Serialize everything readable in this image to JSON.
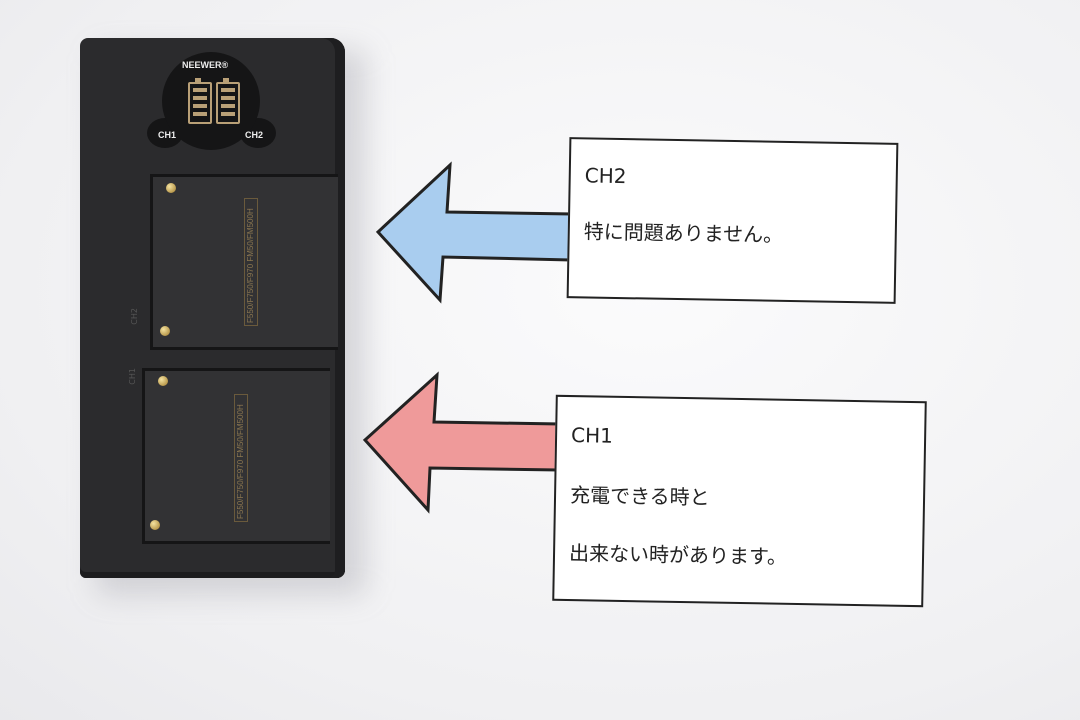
{
  "device": {
    "brand": "NEEWER®",
    "logo_ch1": "CH1",
    "logo_ch2": "CH2",
    "slot_ch2_label": "CH2",
    "slot_ch1_label": "CH1",
    "slot_ch2_compat": "F550/F750/F970 FM50/FM500H",
    "slot_ch1_compat": "F550/F750/F970 FM50/FM500H"
  },
  "callouts": {
    "ch2": {
      "title": "CH2",
      "lines": [
        "特に問題ありません。"
      ],
      "arrow_color": "#a9cdef"
    },
    "ch1": {
      "title": "CH1",
      "lines": [
        "充電できる時と",
        "出来ない時があります。"
      ],
      "arrow_color": "#ef9a9a"
    }
  }
}
